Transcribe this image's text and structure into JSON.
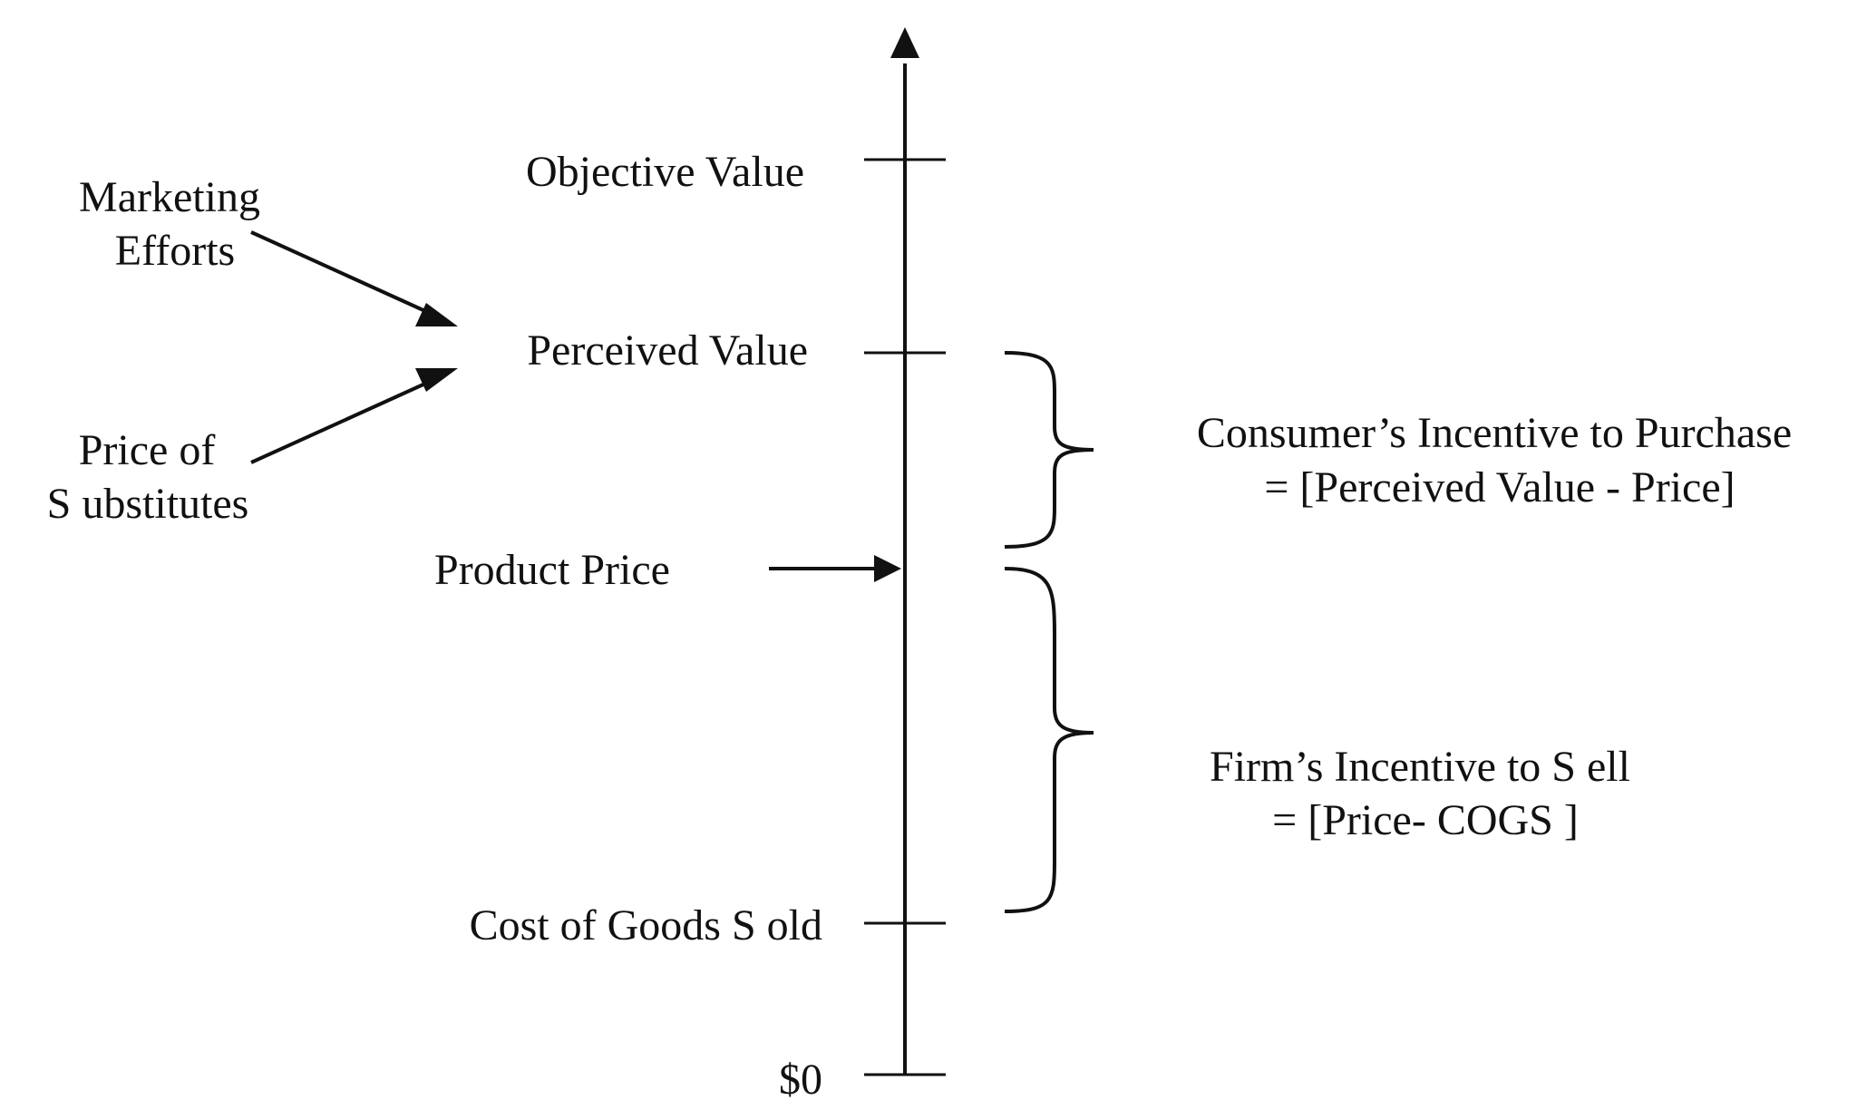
{
  "axis": {
    "zero_label": "$0"
  },
  "levels": {
    "objective_value": "Objective Value",
    "perceived_value": "Perceived Value",
    "product_price": "Product Price",
    "cogs": "Cost of Goods S old"
  },
  "influences": {
    "marketing_efforts": [
      "Marketing",
      "Efforts"
    ],
    "price_of_substitutes": [
      "Price of",
      "S ubstitutes"
    ]
  },
  "incentives": {
    "consumer": [
      "Consumer’s Incentive to Purchase",
      "= [Perceived Value - Price]"
    ],
    "firm": [
      "Firm’s Incentive to S  ell",
      "= [Price- COGS ]"
    ]
  },
  "colors": {
    "ink": "#111111",
    "background": "#ffffff"
  }
}
